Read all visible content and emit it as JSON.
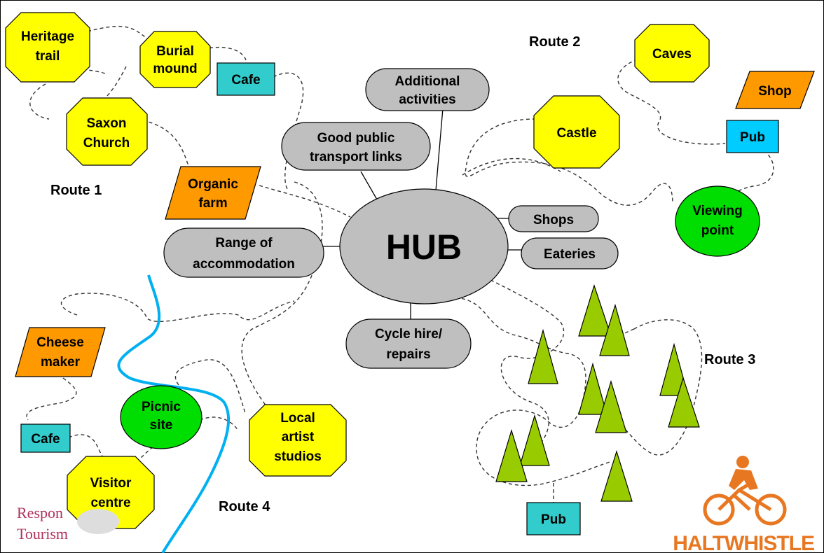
{
  "hub": {
    "label": "HUB"
  },
  "hub_features": {
    "additional_activities": [
      "Additional",
      "activities"
    ],
    "public_transport": [
      "Good public",
      "transport links"
    ],
    "shops": "Shops",
    "eateries": "Eateries",
    "accommodation": [
      "Range of",
      "accommodation"
    ],
    "cycle_hire": [
      "Cycle hire/",
      "repairs"
    ]
  },
  "routes": {
    "route1": "Route 1",
    "route2": "Route 2",
    "route3": "Route 3",
    "route4": "Route 4"
  },
  "attractions": {
    "heritage_trail": [
      "Heritage",
      "trail"
    ],
    "burial_mound": [
      "Burial",
      "mound"
    ],
    "cafe_1": "Cafe",
    "saxon_church": [
      "Saxon",
      "Church"
    ],
    "organic_farm": [
      "Organic",
      "farm"
    ],
    "caves": "Caves",
    "castle": "Castle",
    "shop": "Shop",
    "pub_2": "Pub",
    "viewing_point": [
      "Viewing",
      "point"
    ],
    "pub_3": "Pub",
    "cheese_maker": [
      "Cheese",
      "maker"
    ],
    "cafe_4": "Cafe",
    "picnic_site": [
      "Picnic",
      "site"
    ],
    "local_artist": [
      "Local",
      "artist",
      "studios"
    ],
    "visitor_centre": [
      "Visitor",
      "centre"
    ]
  },
  "logos": {
    "responsible_tourism": [
      "Respon",
      "Tourism"
    ],
    "haltwhistle": "HALTWHISTLE"
  },
  "colors": {
    "hub_grey": "#bfbfbf",
    "octagon_yellow": "#ffff00",
    "cafe_teal": "#33cccc",
    "pub_cyan": "#00ccff",
    "parallelogram_orange": "#ff9900",
    "oval_green": "#00dd00",
    "tree_green": "#99cc00",
    "river_blue": "#00b0f0",
    "haltwhistle_orange": "#e87722"
  }
}
